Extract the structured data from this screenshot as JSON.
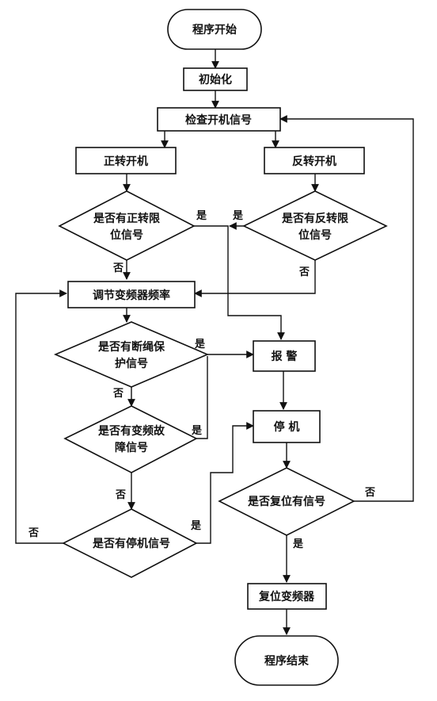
{
  "nodes": {
    "start": "程序开始",
    "init": "初始化",
    "check_power": "检查开机信号",
    "forward": "正转开机",
    "reverse": "反转开机",
    "forward_limit_1": "是否有正转限",
    "forward_limit_2": "位信号",
    "reverse_limit_1": "是否有反转限",
    "reverse_limit_2": "位信号",
    "adjust_freq": "调节变频器频率",
    "rope_break_1": "是否有断绳保",
    "rope_break_2": "护信号",
    "alarm": "报  警",
    "inverter_fault_1": "是否有变频故",
    "inverter_fault_2": "障信号",
    "stop": "停 机",
    "reset_signal": "是否复位有信号",
    "stop_signal": "是否有停机信号",
    "reset_inverter": "复位变频器",
    "end": "程序结束"
  },
  "branch_labels": {
    "yes": "是",
    "no": "否"
  }
}
